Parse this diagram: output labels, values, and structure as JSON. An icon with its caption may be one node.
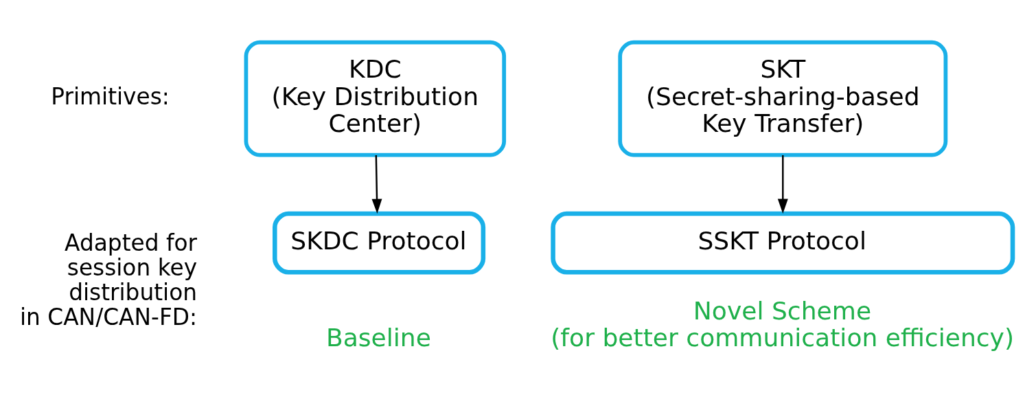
{
  "diagram": {
    "nodes": [
      {
        "text": [
          "KDC",
          "(Key Distribution Center)"
        ]
      },
      {
        "text": [
          "SKT",
          "(Secret-sharing-based Key Transfer)"
        ]
      },
      {
        "text": [
          "SKDC Protocol"
        ],
        "beside": [
          "Baseline"
        ]
      },
      {
        "text": [
          "SSKT Protocol"
        ],
        "beside": [
          "Novel Scheme",
          "(for better communication efficiency)"
        ]
      }
    ],
    "edges": [
      {
        "from": 0,
        "to": 2,
        "arrow": "to"
      },
      {
        "from": 1,
        "to": 3,
        "arrow": "to"
      }
    ],
    "labels": [
      "Primitives:",
      "Adapted for session key distribution in CAN/CAN-FD:"
    ]
  }
}
